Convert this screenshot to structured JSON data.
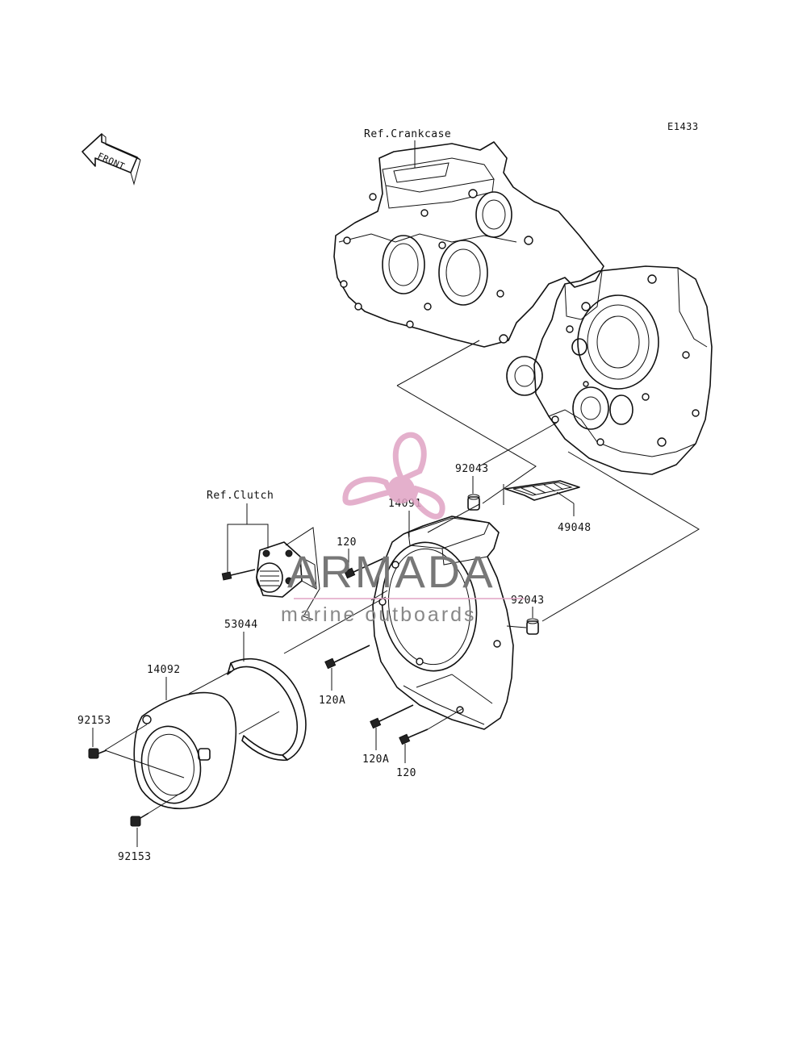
{
  "diagram": {
    "code": "E1433",
    "front_marker": "FRONT",
    "references": {
      "crankcase": "Ref.Crankcase",
      "clutch": "Ref.Clutch"
    },
    "parts": {
      "p92043_top": "92043",
      "p14091": "14091",
      "p49048": "49048",
      "p120_top": "120",
      "p92043_right": "92043",
      "p53044": "53044",
      "p14092": "14092",
      "p120a_mid": "120A",
      "p92153_top": "92153",
      "p120a_low": "120A",
      "p120_low": "120",
      "p92153_bottom": "92153"
    }
  },
  "watermark": {
    "brand": "ARMADA",
    "tagline": "marine outboards",
    "color": "#e0a3c4"
  }
}
